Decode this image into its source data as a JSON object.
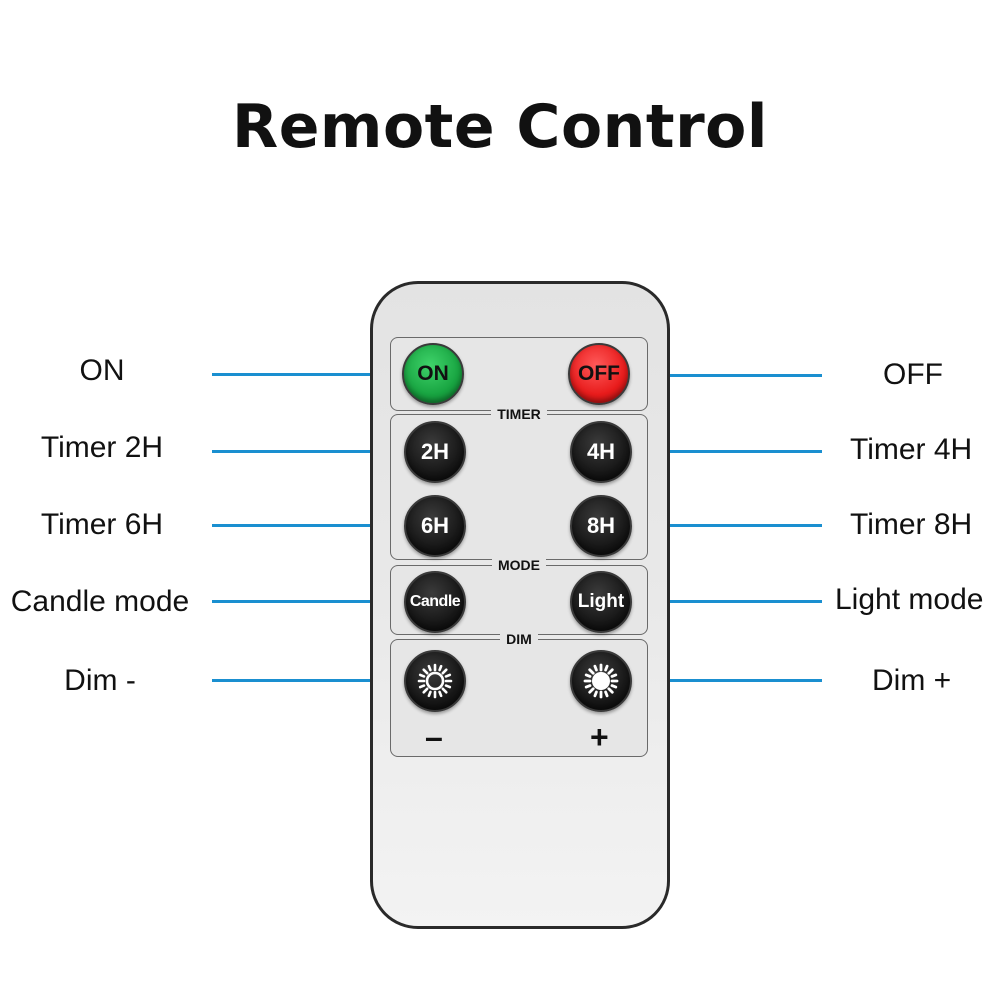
{
  "title": "Remote Control",
  "remote": {
    "panels": {
      "timer_label": "TIMER",
      "mode_label": "MODE",
      "dim_label": "DIM"
    },
    "buttons": {
      "on": "ON",
      "off": "OFF",
      "timer_2h": "2H",
      "timer_4h": "4H",
      "timer_6h": "6H",
      "timer_8h": "8H",
      "candle": "Candle",
      "light": "Light",
      "dim_minus_icon": "sun-outline-icon",
      "dim_plus_icon": "sun-filled-icon"
    },
    "dim_signs": {
      "minus": "–",
      "plus": "+"
    }
  },
  "callouts": {
    "left": [
      "ON",
      "Timer 2H",
      "Timer 6H",
      "Candle mode",
      "Dim -"
    ],
    "right": [
      "OFF",
      "Timer 4H",
      "Timer 8H",
      "Light mode",
      "Dim +"
    ]
  },
  "colors": {
    "line": "#1a8fd0",
    "on_button": "#18a441",
    "off_button": "#e81b1b",
    "dark_button": "#141414"
  }
}
